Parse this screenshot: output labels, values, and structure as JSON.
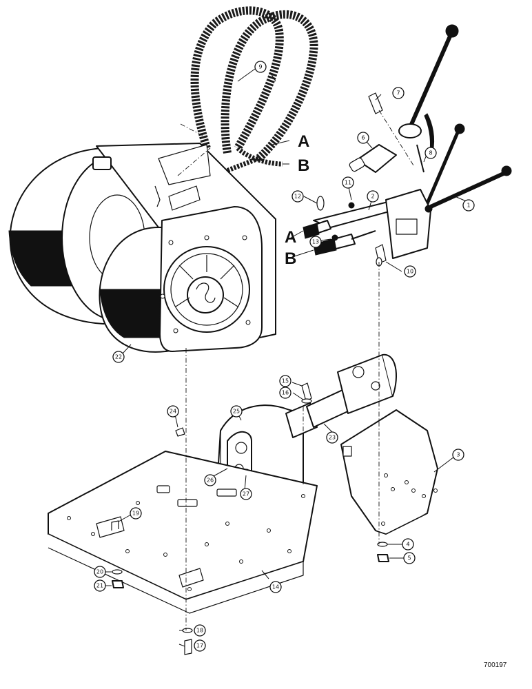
{
  "figure_number": "700197",
  "connection_letters": {
    "a_top": "A",
    "b_top": "B",
    "a_left": "A",
    "b_left": "B"
  },
  "callouts": {
    "c1": "1",
    "c2": "2",
    "c3": "3",
    "c4": "4",
    "c5": "5",
    "c6": "6",
    "c7": "7",
    "c8": "8",
    "c9": "9",
    "c10": "10",
    "c11": "11",
    "c12": "12",
    "c13": "13",
    "c14": "14",
    "c15": "15",
    "c16": "16",
    "c17": "17",
    "c18": "18",
    "c19": "19",
    "c20": "20",
    "c21": "21",
    "c22": "22",
    "c23": "23",
    "c24": "24",
    "c25": "25",
    "c26": "26",
    "c27": "27"
  }
}
